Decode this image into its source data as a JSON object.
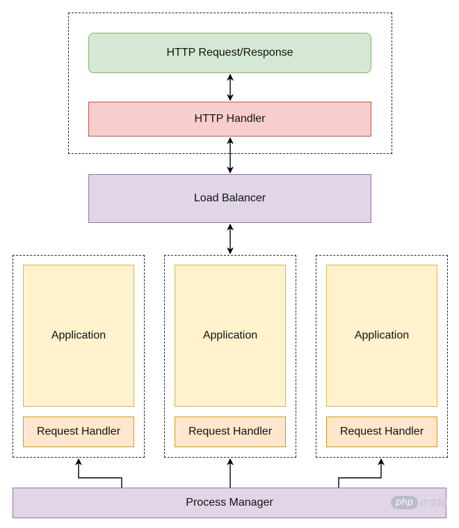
{
  "colors": {
    "green_fill": "#d5e8d4",
    "green_stroke": "#82b366",
    "red_fill": "#f8cecc",
    "red_stroke": "#b85450",
    "purple_fill": "#e1d5e7",
    "purple_stroke": "#9673a6",
    "yellow_fill": "#fff2cc",
    "yellow_stroke": "#d6b656",
    "orange_fill": "#ffe6cc",
    "orange_stroke": "#d79b00"
  },
  "top_group": {
    "http_request_response": "HTTP Request/Response",
    "http_handler": "HTTP Handler"
  },
  "load_balancer": "Load Balancer",
  "workers": [
    {
      "application": "Application",
      "request_handler": "Request Handler"
    },
    {
      "application": "Application",
      "request_handler": "Request Handler"
    },
    {
      "application": "Application",
      "request_handler": "Request Handler"
    }
  ],
  "process_manager": "Process Manager",
  "watermark": {
    "badge": "php",
    "text": "中文网"
  }
}
